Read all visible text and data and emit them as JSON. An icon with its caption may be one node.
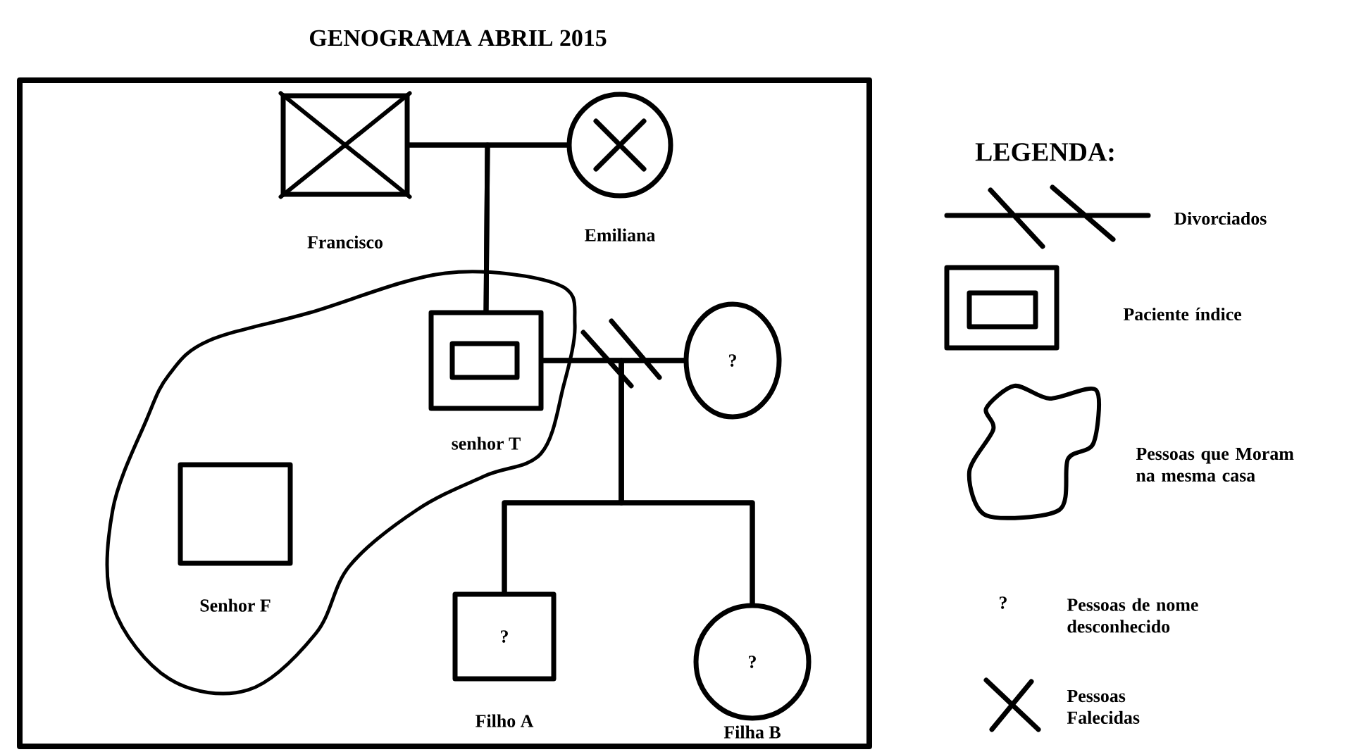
{
  "diagram": {
    "title": "GENOGRAMA ABRIL 2015",
    "nodes": [
      {
        "text": [
          "Francisco"
        ]
      },
      {
        "text": [
          "Emiliana"
        ]
      },
      {
        "text": [],
        "shape": "cloud"
      },
      {
        "text": [
          "senhor T"
        ],
        "in": 2
      },
      {
        "text": [
          "Senhor F"
        ],
        "in": 2
      },
      {
        "text": [
          "?"
        ]
      },
      {
        "text": [
          "?",
          "Filho A"
        ]
      },
      {
        "text": [
          "?",
          "Filha B"
        ]
      }
    ],
    "edges": [
      {
        "from": 0,
        "to": 1,
        "arrow": "none"
      },
      {
        "from": 0,
        "to": 3,
        "arrow": "none"
      },
      {
        "from": 1,
        "to": 3,
        "arrow": "none"
      },
      {
        "from": 3,
        "to": 5,
        "arrow": "none"
      },
      {
        "from": 3,
        "to": 6,
        "arrow": "none"
      },
      {
        "from": 3,
        "to": 7,
        "arrow": "none"
      },
      {
        "from": 5,
        "to": 6,
        "arrow": "none"
      },
      {
        "from": 5,
        "to": 7,
        "arrow": "none"
      }
    ],
    "labels": [
      "LEGENDA:",
      "?"
    ],
    "legend": [
      {
        "text": "Divorciados"
      },
      {
        "text": "Paciente índice"
      },
      {
        "text": "Pessoas que Moram na mesma casa"
      },
      {
        "text": "Pessoas de nome desconhecido"
      },
      {
        "text": "Pessoas Falecidas"
      }
    ]
  }
}
